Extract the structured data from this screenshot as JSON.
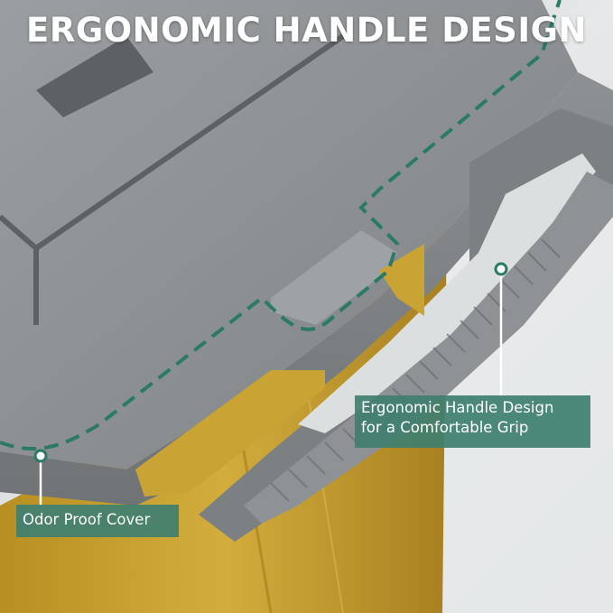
{
  "headline": "ERGONOMIC HANDLE DESIGN",
  "callouts": {
    "handle": {
      "line1": "Ergonomic Handle Design",
      "line2": "for a Comfortable Grip"
    },
    "cover": "Odor Proof Cover"
  },
  "colors": {
    "callout_bg": "#3f7f70",
    "dashed_line": "#2a7a66",
    "lid_gray": "#8a8e90",
    "bag_yellow": "#c9a333",
    "floor_white": "#e4e6e7"
  }
}
